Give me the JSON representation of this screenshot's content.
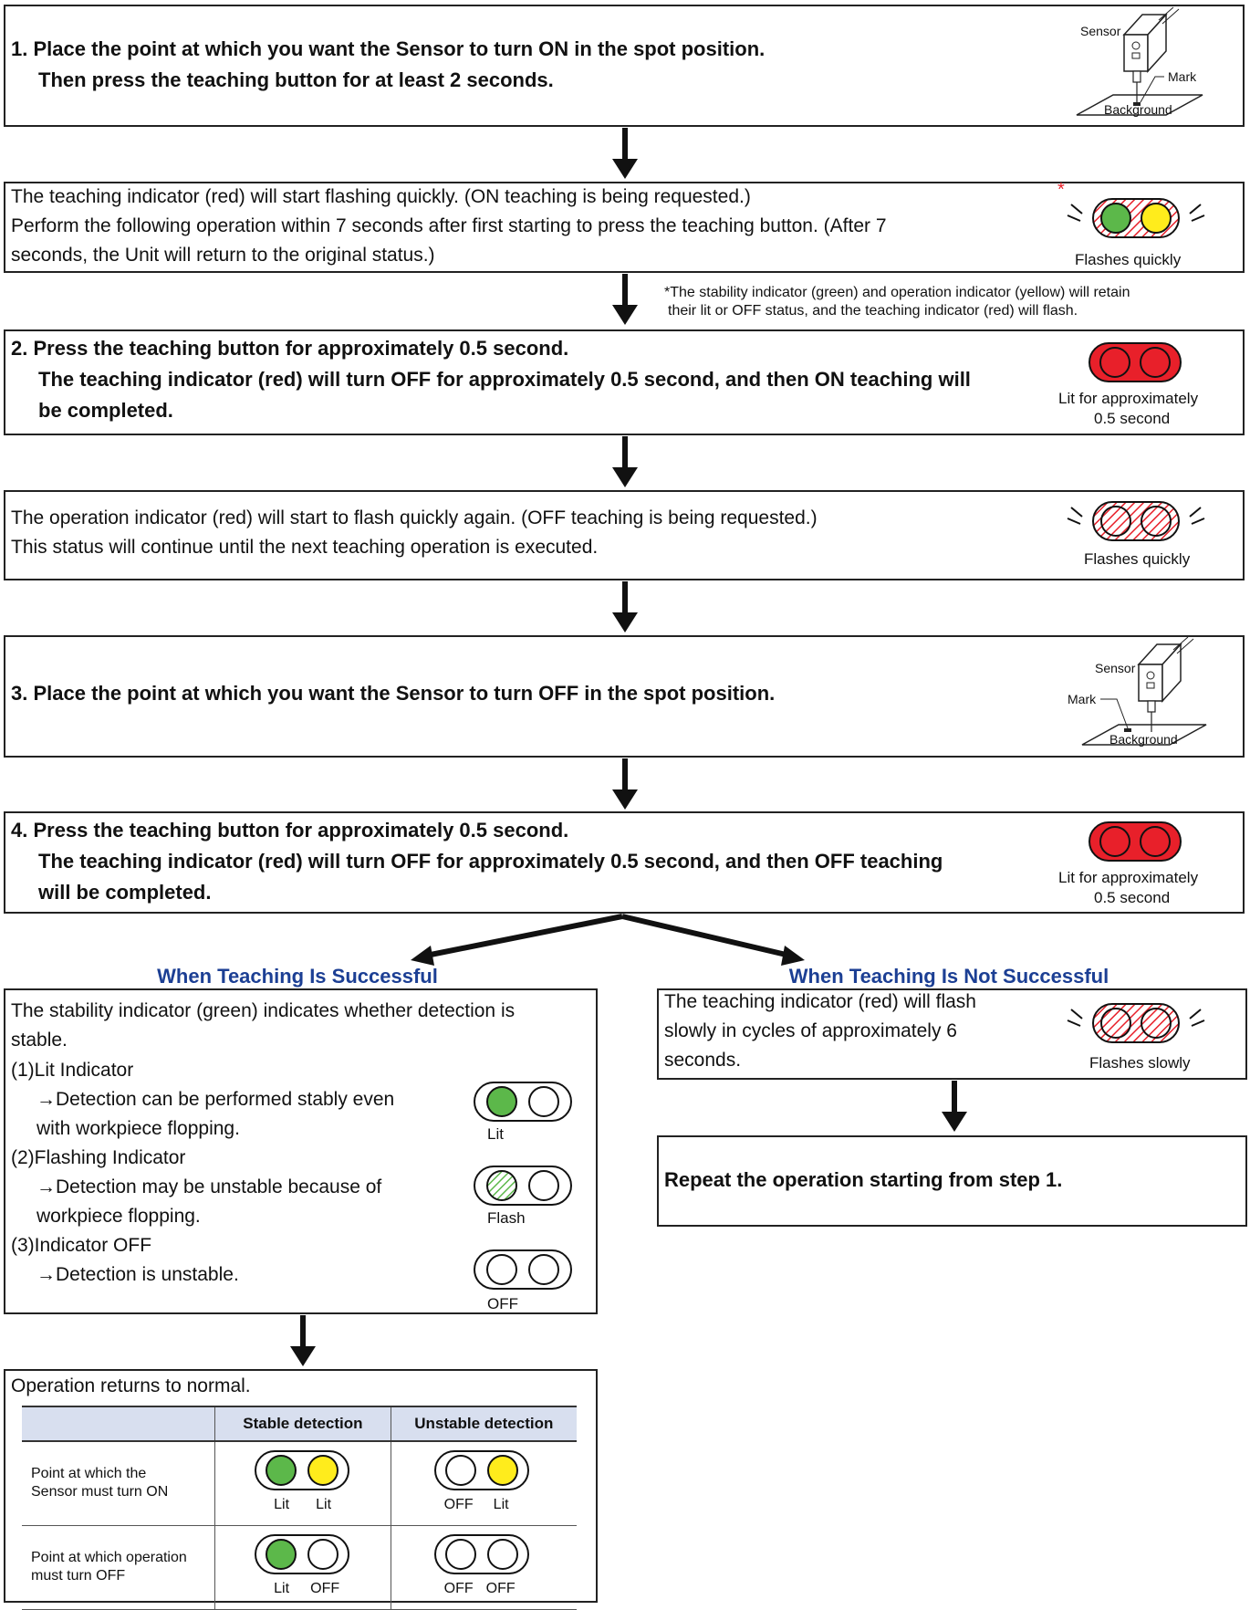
{
  "step1": {
    "line1": "1. Place the point at which you want the Sensor to turn ON in the spot position.",
    "line2": "Then press the teaching button for at least 2 seconds.",
    "fig_sensor": "Sensor",
    "fig_mark": "Mark",
    "fig_background": "Background"
  },
  "flash_on": {
    "line1": "The teaching indicator (red) will start flashing quickly. (ON teaching is being requested.)",
    "line2": "Perform the following operation within 7 seconds after first starting to press the teaching button. (After 7",
    "line3": "seconds, the Unit will return to the original status.)",
    "asterisk": "*",
    "caption": "Flashes quickly"
  },
  "footnote": {
    "line1": "*The stability indicator (green) and operation indicator (yellow) will retain",
    "line2": "their lit or OFF status, and the teaching indicator (red) will flash."
  },
  "step2": {
    "line1": "2. Press the teaching button for approximately 0.5 second.",
    "line2": "The teaching indicator (red) will turn OFF for approximately 0.5 second, and then ON teaching will",
    "line3": "be completed.",
    "caption1": "Lit for approximately",
    "caption2": "0.5 second"
  },
  "flash_off": {
    "line1": "The operation indicator (red) will start to flash quickly again. (OFF teaching is being requested.)",
    "line2": "This status will continue until the next teaching operation is executed.",
    "caption": "Flashes quickly"
  },
  "step3": {
    "line1": "3. Place the point at which you want the Sensor to turn OFF in the spot position.",
    "fig_sensor": "Sensor",
    "fig_mark": "Mark",
    "fig_background": "Background"
  },
  "step4": {
    "line1": "4. Press the teaching button for approximately 0.5 second.",
    "line2": "The teaching indicator (red) will turn OFF for approximately 0.5 second, and then OFF teaching",
    "line3": "will be completed.",
    "caption1": "Lit for approximately",
    "caption2": "0.5 second"
  },
  "success": {
    "heading": "When Teaching Is Successful",
    "intro1": "The stability indicator (green) indicates whether detection is",
    "intro2": "stable.",
    "item1_title": "(1)Lit Indicator",
    "item1_desc1": "→Detection can be performed stably even",
    "item1_desc2": "with workpiece flopping.",
    "item1_caption": "Lit",
    "item2_title": "(2)Flashing Indicator",
    "item2_desc1": "→Detection may be unstable because of",
    "item2_desc2": "workpiece flopping.",
    "item2_caption": "Flash",
    "item3_title": "(3)Indicator OFF",
    "item3_desc1": "→Detection is unstable.",
    "item3_caption": "OFF"
  },
  "failure": {
    "heading": "When Teaching Is Not Successful",
    "line1": "The teaching indicator (red) will flash",
    "line2": "slowly in cycles of approximately 6",
    "line3": "seconds.",
    "caption": "Flashes slowly",
    "repeat": "Repeat the operation starting from step 1."
  },
  "normal": {
    "title": "Operation returns to normal.",
    "col_stable": "Stable detection",
    "col_unstable": "Unstable detection",
    "row1_label1": "Point at which the",
    "row1_label2": "Sensor must turn ON",
    "row1_stable_left": "Lit",
    "row1_stable_right": "Lit",
    "row1_unstable_left": "OFF",
    "row1_unstable_right": "Lit",
    "row2_label1": "Point at which operation",
    "row2_label2": "must turn OFF",
    "row2_stable_left": "Lit",
    "row2_stable_right": "OFF",
    "row2_unstable_left": "OFF",
    "row2_unstable_right": "OFF"
  },
  "colors": {
    "red": "#e8202a",
    "green": "#5cb84a",
    "yellow": "#ffec1c",
    "heading_blue": "#1c3f94",
    "table_header": "#d8dfef"
  }
}
